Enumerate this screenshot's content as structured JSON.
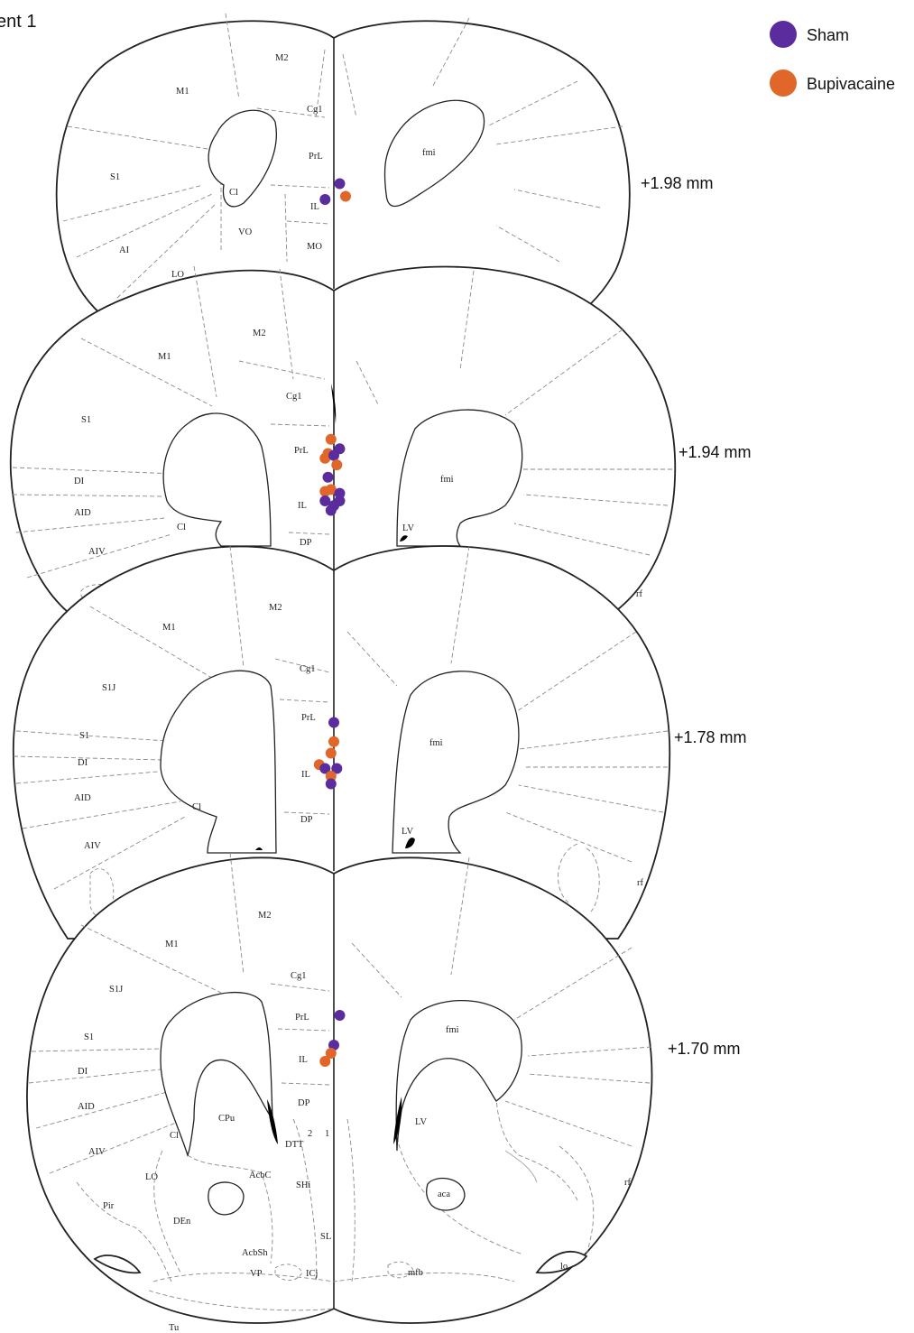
{
  "header": {
    "title": "ent 1"
  },
  "legend": {
    "items": [
      {
        "label": "Sham",
        "color": "#5b2c9e"
      },
      {
        "label": "Bupivacaine",
        "color": "#e0662a"
      }
    ]
  },
  "colors": {
    "sham": "#5b2c9e",
    "bupivacaine": "#e0662a"
  },
  "sections": [
    {
      "level": "+1.98 mm",
      "regions": [
        "M2",
        "M1",
        "Cg1",
        "PrL",
        "S1",
        "fmi",
        "Cl",
        "IL",
        "VO",
        "MO",
        "AI",
        "LO"
      ],
      "placements": [
        {
          "group": "sham",
          "ml": 0.1,
          "dv": 0.55
        },
        {
          "group": "sham",
          "ml": -0.15,
          "dv": 0.8
        },
        {
          "group": "bupivacaine",
          "ml": 0.2,
          "dv": 0.75
        }
      ]
    },
    {
      "level": "+1.94 mm",
      "regions": [
        "M2",
        "M1",
        "Cg1",
        "S1",
        "PrL",
        "DI",
        "fmi",
        "AID",
        "IL",
        "Cl",
        "LV",
        "AIV",
        "DP",
        "rf"
      ],
      "placements": [
        {
          "group": "bupivacaine",
          "ml": -0.05,
          "dv": 0.35
        },
        {
          "group": "sham",
          "ml": 0.1,
          "dv": 0.45
        },
        {
          "group": "bupivacaine",
          "ml": -0.15,
          "dv": 0.55
        },
        {
          "group": "bupivacaine",
          "ml": -0.1,
          "dv": 0.5
        },
        {
          "group": "sham",
          "ml": 0.0,
          "dv": 0.52
        },
        {
          "group": "bupivacaine",
          "ml": 0.05,
          "dv": 0.62
        },
        {
          "group": "sham",
          "ml": -0.1,
          "dv": 0.75
        },
        {
          "group": "bupivacaine",
          "ml": -0.15,
          "dv": 0.9
        },
        {
          "group": "bupivacaine",
          "ml": -0.05,
          "dv": 0.88
        },
        {
          "group": "sham",
          "ml": 0.1,
          "dv": 0.92
        },
        {
          "group": "sham",
          "ml": -0.15,
          "dv": 1.0
        },
        {
          "group": "sham",
          "ml": 0.0,
          "dv": 1.05
        },
        {
          "group": "sham",
          "ml": 0.1,
          "dv": 1.0
        },
        {
          "group": "sham",
          "ml": -0.05,
          "dv": 1.1
        }
      ]
    },
    {
      "level": "+1.78 mm",
      "regions": [
        "M2",
        "M1",
        "Cg1",
        "S1J",
        "PrL",
        "S1",
        "fmi",
        "DI",
        "IL",
        "AID",
        "Cl",
        "DP",
        "LV",
        "AIV",
        "rf"
      ],
      "placements": [
        {
          "group": "sham",
          "ml": 0.0,
          "dv": 0.3
        },
        {
          "group": "bupivacaine",
          "ml": 0.0,
          "dv": 0.55
        },
        {
          "group": "bupivacaine",
          "ml": -0.05,
          "dv": 0.7
        },
        {
          "group": "bupivacaine",
          "ml": -0.25,
          "dv": 0.85
        },
        {
          "group": "sham",
          "ml": -0.15,
          "dv": 0.9
        },
        {
          "group": "sham",
          "ml": 0.05,
          "dv": 0.9
        },
        {
          "group": "bupivacaine",
          "ml": -0.05,
          "dv": 1.0
        },
        {
          "group": "sham",
          "ml": -0.05,
          "dv": 1.1
        }
      ]
    },
    {
      "level": "+1.70 mm",
      "regions": [
        "M2",
        "M1",
        "Cg1",
        "S1J",
        "PrL",
        "S1",
        "fmi",
        "IL",
        "DI",
        "AID",
        "DP",
        "CPu",
        "LV",
        "Cl",
        "DTT",
        "2",
        "1",
        "AIV",
        "AcbC",
        "LO",
        "SHi",
        "rf",
        "aca",
        "Pir",
        "DEn",
        "SL",
        "AcbSh",
        "mfb",
        "lo",
        "VP",
        "ICj",
        "Tu"
      ],
      "placements": [
        {
          "group": "sham",
          "ml": 0.1,
          "dv": 0.25
        },
        {
          "group": "sham",
          "ml": 0.0,
          "dv": 0.8
        },
        {
          "group": "bupivacaine",
          "ml": -0.05,
          "dv": 0.95
        },
        {
          "group": "bupivacaine",
          "ml": -0.15,
          "dv": 1.1
        }
      ]
    }
  ]
}
